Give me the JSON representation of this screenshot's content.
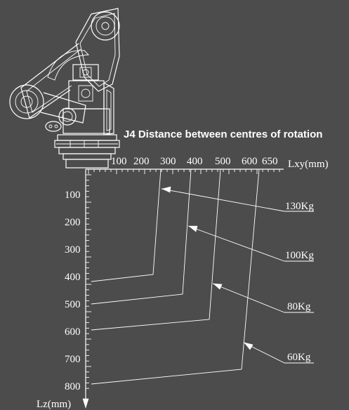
{
  "diagram": {
    "title": "J4 Distance between centres of rotation",
    "x_axis": {
      "label": "Lxy(mm)",
      "ticks": [
        "100",
        "200",
        "300",
        "400",
        "500",
        "600",
        "650"
      ]
    },
    "y_axis": {
      "label": "Lz(mm)",
      "ticks": [
        "100",
        "200",
        "300",
        "400",
        "500",
        "600",
        "700",
        "800"
      ]
    },
    "load_curves": [
      {
        "label": "130Kg",
        "lxy": 300,
        "lz_max": 420
      },
      {
        "label": "100Kg",
        "lxy": 400,
        "lz_max": 515
      },
      {
        "label": "80Kg",
        "lxy": 500,
        "lz_max": 610
      },
      {
        "label": "60Kg",
        "lxy": 610,
        "lz_max": 800
      }
    ]
  }
}
